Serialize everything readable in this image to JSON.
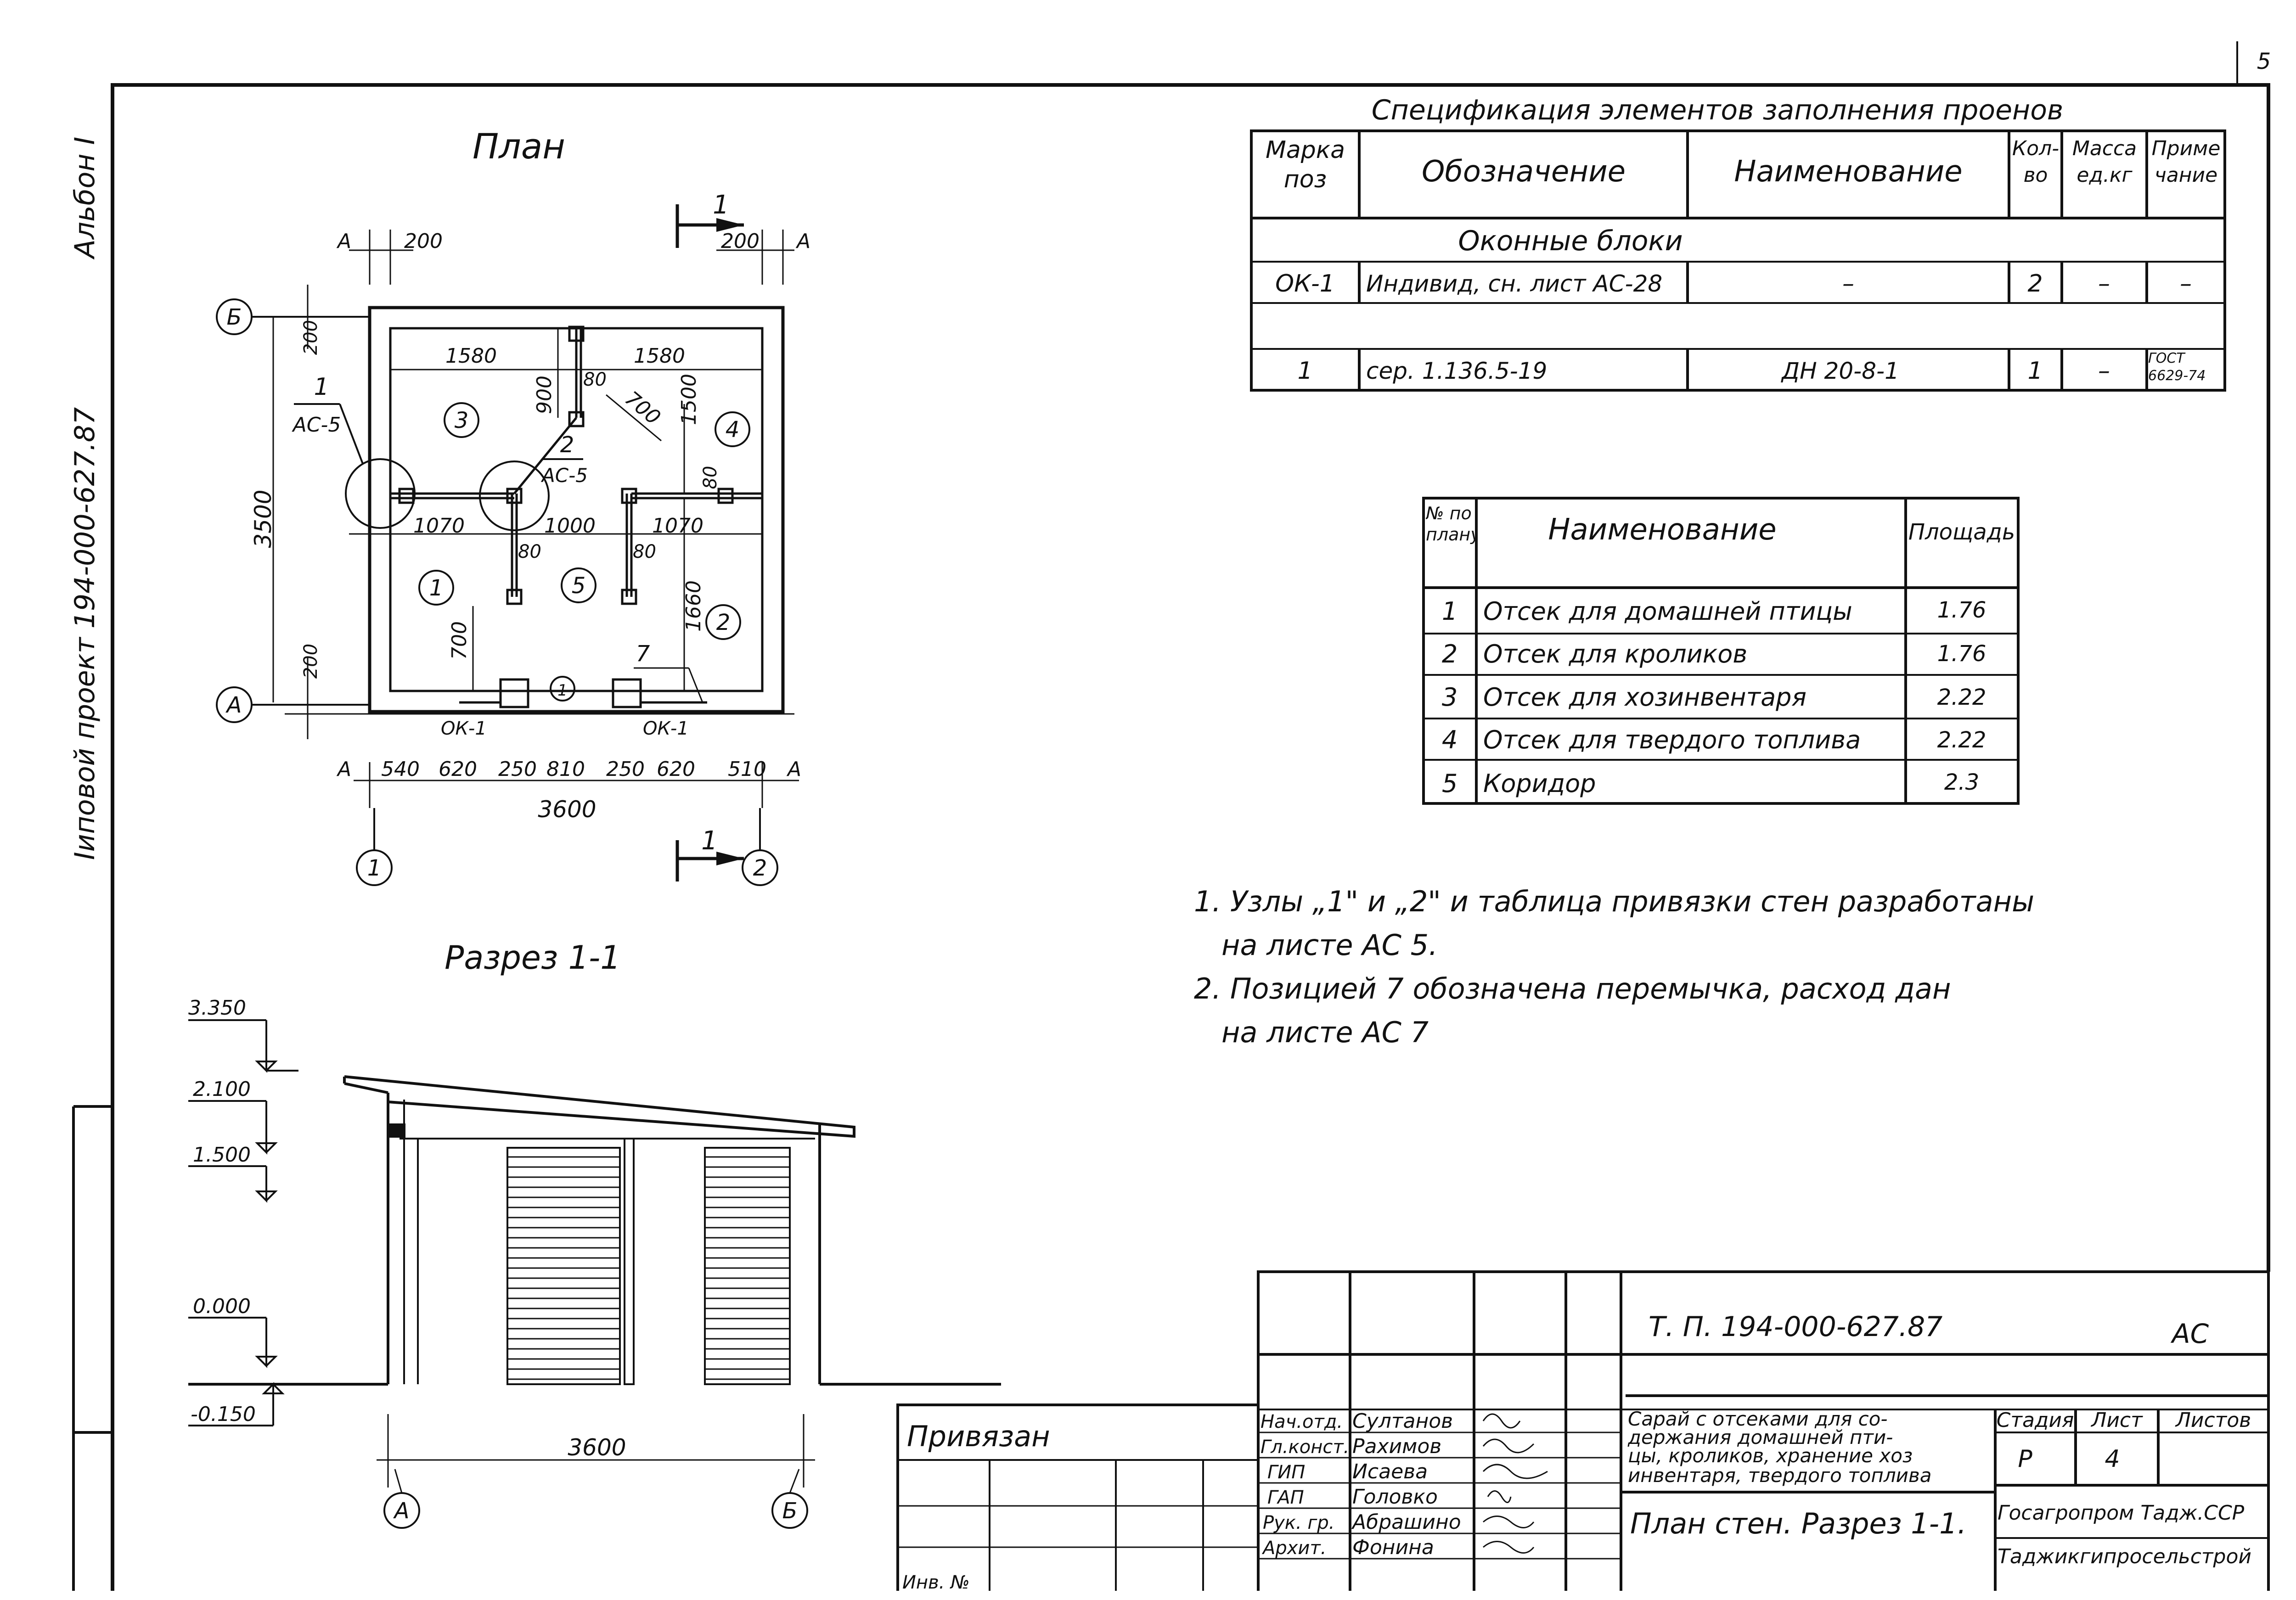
{
  "page": {
    "number": "5"
  },
  "side": {
    "album": "Альбон I",
    "project": "Iиповой проект 194-000-627.87"
  },
  "plan": {
    "title": "План",
    "section_mark": "1",
    "dims_top": [
      "200",
      "200"
    ],
    "dims_inner": [
      "1580",
      "1580",
      "900",
      "80",
      "700",
      "1500",
      "80",
      "1070",
      "1000",
      "1070",
      "80",
      "80",
      "700",
      "1660"
    ],
    "dims_left": [
      "200",
      "3500",
      "200"
    ],
    "dims_bottom": [
      "540",
      "620",
      "250",
      "810",
      "250",
      "620",
      "510"
    ],
    "dim_total": "3600",
    "axis_a": "А",
    "axis_b": "Б",
    "axis_1": "1",
    "axis_2": "2",
    "rooms": [
      "1",
      "2",
      "3",
      "4",
      "5"
    ],
    "pos_7": "7",
    "pos_1_small": "1",
    "window_left": "ОК-1",
    "window_right": "ОК-1",
    "node1_num": "1",
    "node1_sheet": "АС-5",
    "node2_num": "2",
    "node2_sheet": "АС-5",
    "small_a": "А"
  },
  "section": {
    "title": "Разрез 1-1",
    "levels": [
      "3.350",
      "2.100",
      "1.500",
      "0.000",
      "-0.150"
    ],
    "dim": "3600",
    "axis_a": "А",
    "axis_b": "Б"
  },
  "spec": {
    "title": "Спецификация элементов заполнения проенов",
    "headers": [
      "Марка поз",
      "Обозначение",
      "Наименование",
      "Кол-во",
      "Масса ед.кг",
      "Приме чание"
    ],
    "group": "Оконные блоки",
    "rows": [
      [
        "ОК-1",
        "Индивид, сн. лист АС-28",
        "–",
        "2",
        "–",
        "–"
      ],
      [
        "1",
        "сер. 1.136.5-19",
        "ДН 20-8-1",
        "1",
        "–",
        "ГОСТ 6629-74"
      ]
    ]
  },
  "rooms_table": {
    "headers": [
      "№ по плану",
      "Наименование",
      "Площадь"
    ],
    "rows": [
      [
        "1",
        "Отсек для домашней птицы",
        "1.76"
      ],
      [
        "2",
        "Отсек для кроликов",
        "1.76"
      ],
      [
        "3",
        "Отсек для хозинвентаря",
        "2.22"
      ],
      [
        "4",
        "Отсек для твердого топлива",
        "2.22"
      ],
      [
        "5",
        "Коридор",
        "2.3"
      ]
    ]
  },
  "notes": [
    "1. Узлы „1\" и „2\" и таблица привязки стен разработаны",
    "на листе АС 5.",
    "2. Позицией 7 обозначена перемычка, расход дан",
    "на листе АС 7"
  ],
  "stamp": {
    "code": "Т. П. 194-000-627.87",
    "mark": "АС",
    "bound": "Привязан",
    "inv": "Инв. №",
    "roles": [
      "Нач.отд.",
      "Гл.конст.",
      "ГИП",
      "ГАП",
      "Рук. гр.",
      "Архит."
    ],
    "names": [
      "Султанов",
      "Рахимов",
      "Исаева",
      "Головко",
      "Абрашино",
      "Фонина"
    ],
    "description": [
      "Сарай с отсеками для со-",
      "держания домашней пти-",
      "цы, кроликов, хранение хоз",
      "инвентаря, твердого топлива"
    ],
    "sheet_title": "План стен. Разрез 1-1.",
    "stage_h": "Стадия",
    "sheet_h": "Лист",
    "sheets_h": "Листов",
    "stage": "Р",
    "sheet": "4",
    "org1": "Госагропром Тадж.ССР",
    "org2": "Таджикгипросельстрой"
  }
}
